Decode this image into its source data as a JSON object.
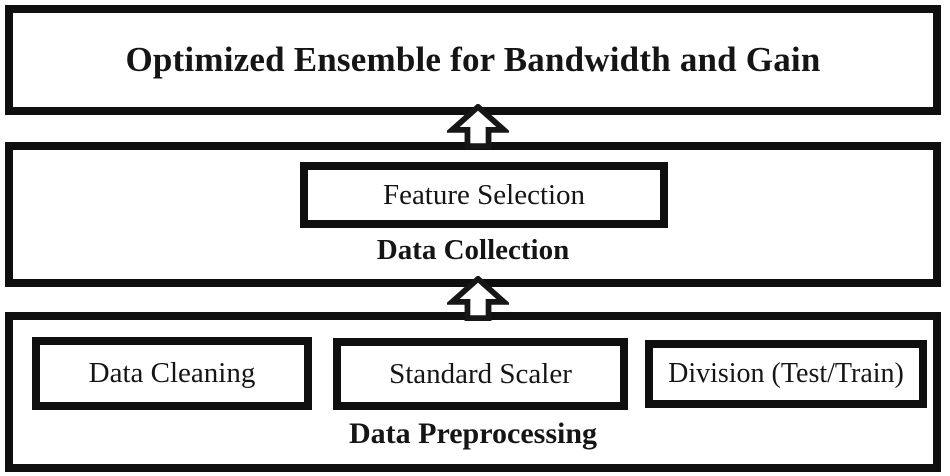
{
  "diagram": {
    "output_stage": {
      "title": "Optimized Ensemble for Bandwidth and Gain"
    },
    "collection_stage": {
      "label": "Data Collection",
      "step": "Feature Selection"
    },
    "preprocessing_stage": {
      "label": "Data Preprocessing",
      "steps": [
        "Data Cleaning",
        "Standard Scaler",
        "Division (Test/Train)"
      ]
    },
    "icons": {
      "flow_arrow_1": "up-block-arrow",
      "flow_arrow_2": "up-block-arrow"
    },
    "colors": {
      "border": "#0f0f0f",
      "background": "#ffffff",
      "text": "#151515",
      "arrow_fill": "#ffffff",
      "arrow_stroke": "#161616"
    }
  }
}
